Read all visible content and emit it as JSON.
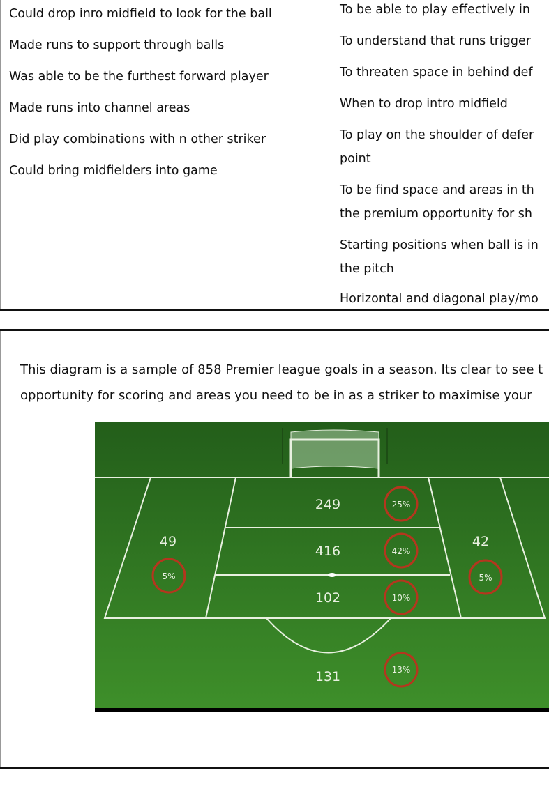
{
  "left_column": [
    "Could drop inro midfield to look for the ball",
    "Made runs to support through balls",
    "Was able to be the furthest forward player",
    "Made runs into channel areas",
    "Did play combinations with n other striker",
    "Could bring midfielders into game"
  ],
  "right_column": [
    "To be able to play effectively in",
    "To understand that runs trigger",
    "To threaten space in behind def",
    "When to drop intro midfield",
    "To play on the shoulder of defer\npoint",
    "To be find space and areas in th\nthe premium opportunity for sh",
    "Starting positions when ball is in\nthe pitch",
    "Horizontal and diagonal play/mo"
  ],
  "paragraph": {
    "line1": "This diagram is a sample of 858 Premier league goals in a season. Its clear to see t",
    "line2": "opportunity for scoring and areas you need to be in as a striker to maximise your"
  },
  "pitch": {
    "pitch_color": "#2f7a22",
    "circle_color": "#b5361e",
    "zones": {
      "six_yard": {
        "goals": "249",
        "pct": "25%"
      },
      "penalty_spot": {
        "goals": "416",
        "pct": "42%"
      },
      "box_edge": {
        "goals": "102",
        "pct": "10%"
      },
      "outside_box": {
        "goals": "131",
        "pct": "13%"
      },
      "left_wing": {
        "goals": "49",
        "pct": "5%"
      },
      "right_wing": {
        "goals": "42",
        "pct": "5%"
      }
    }
  }
}
